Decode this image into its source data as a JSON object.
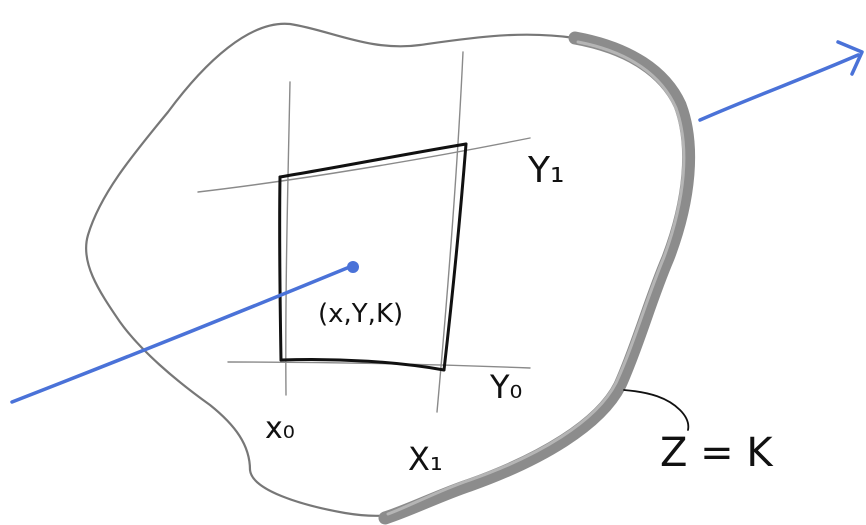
{
  "labels": {
    "y_top": "Y₁",
    "y_bottom": "Y₀",
    "x_left": "x₀",
    "x_right": "X₁",
    "point": "(x,Y,K)",
    "plane": "Z = K"
  },
  "colors": {
    "ink": "#111111",
    "grid_line": "#8a8a8a",
    "blob_outline": "#777777",
    "band": "#8c8c8c",
    "band_highlight": "#b5b5b5",
    "ray": "#4a72d8"
  }
}
